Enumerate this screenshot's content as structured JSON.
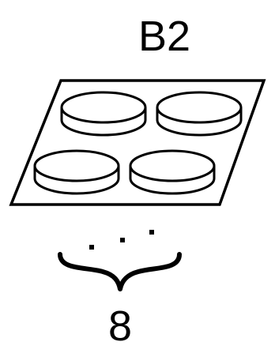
{
  "plate": {
    "label": "B2",
    "wells": [
      "well-top-left",
      "well-top-right",
      "well-bottom-left",
      "well-bottom-right"
    ],
    "ink_color": "#000000",
    "fill_color": "#ffffff"
  },
  "repetition": {
    "count_label": "8",
    "dots": "..."
  }
}
